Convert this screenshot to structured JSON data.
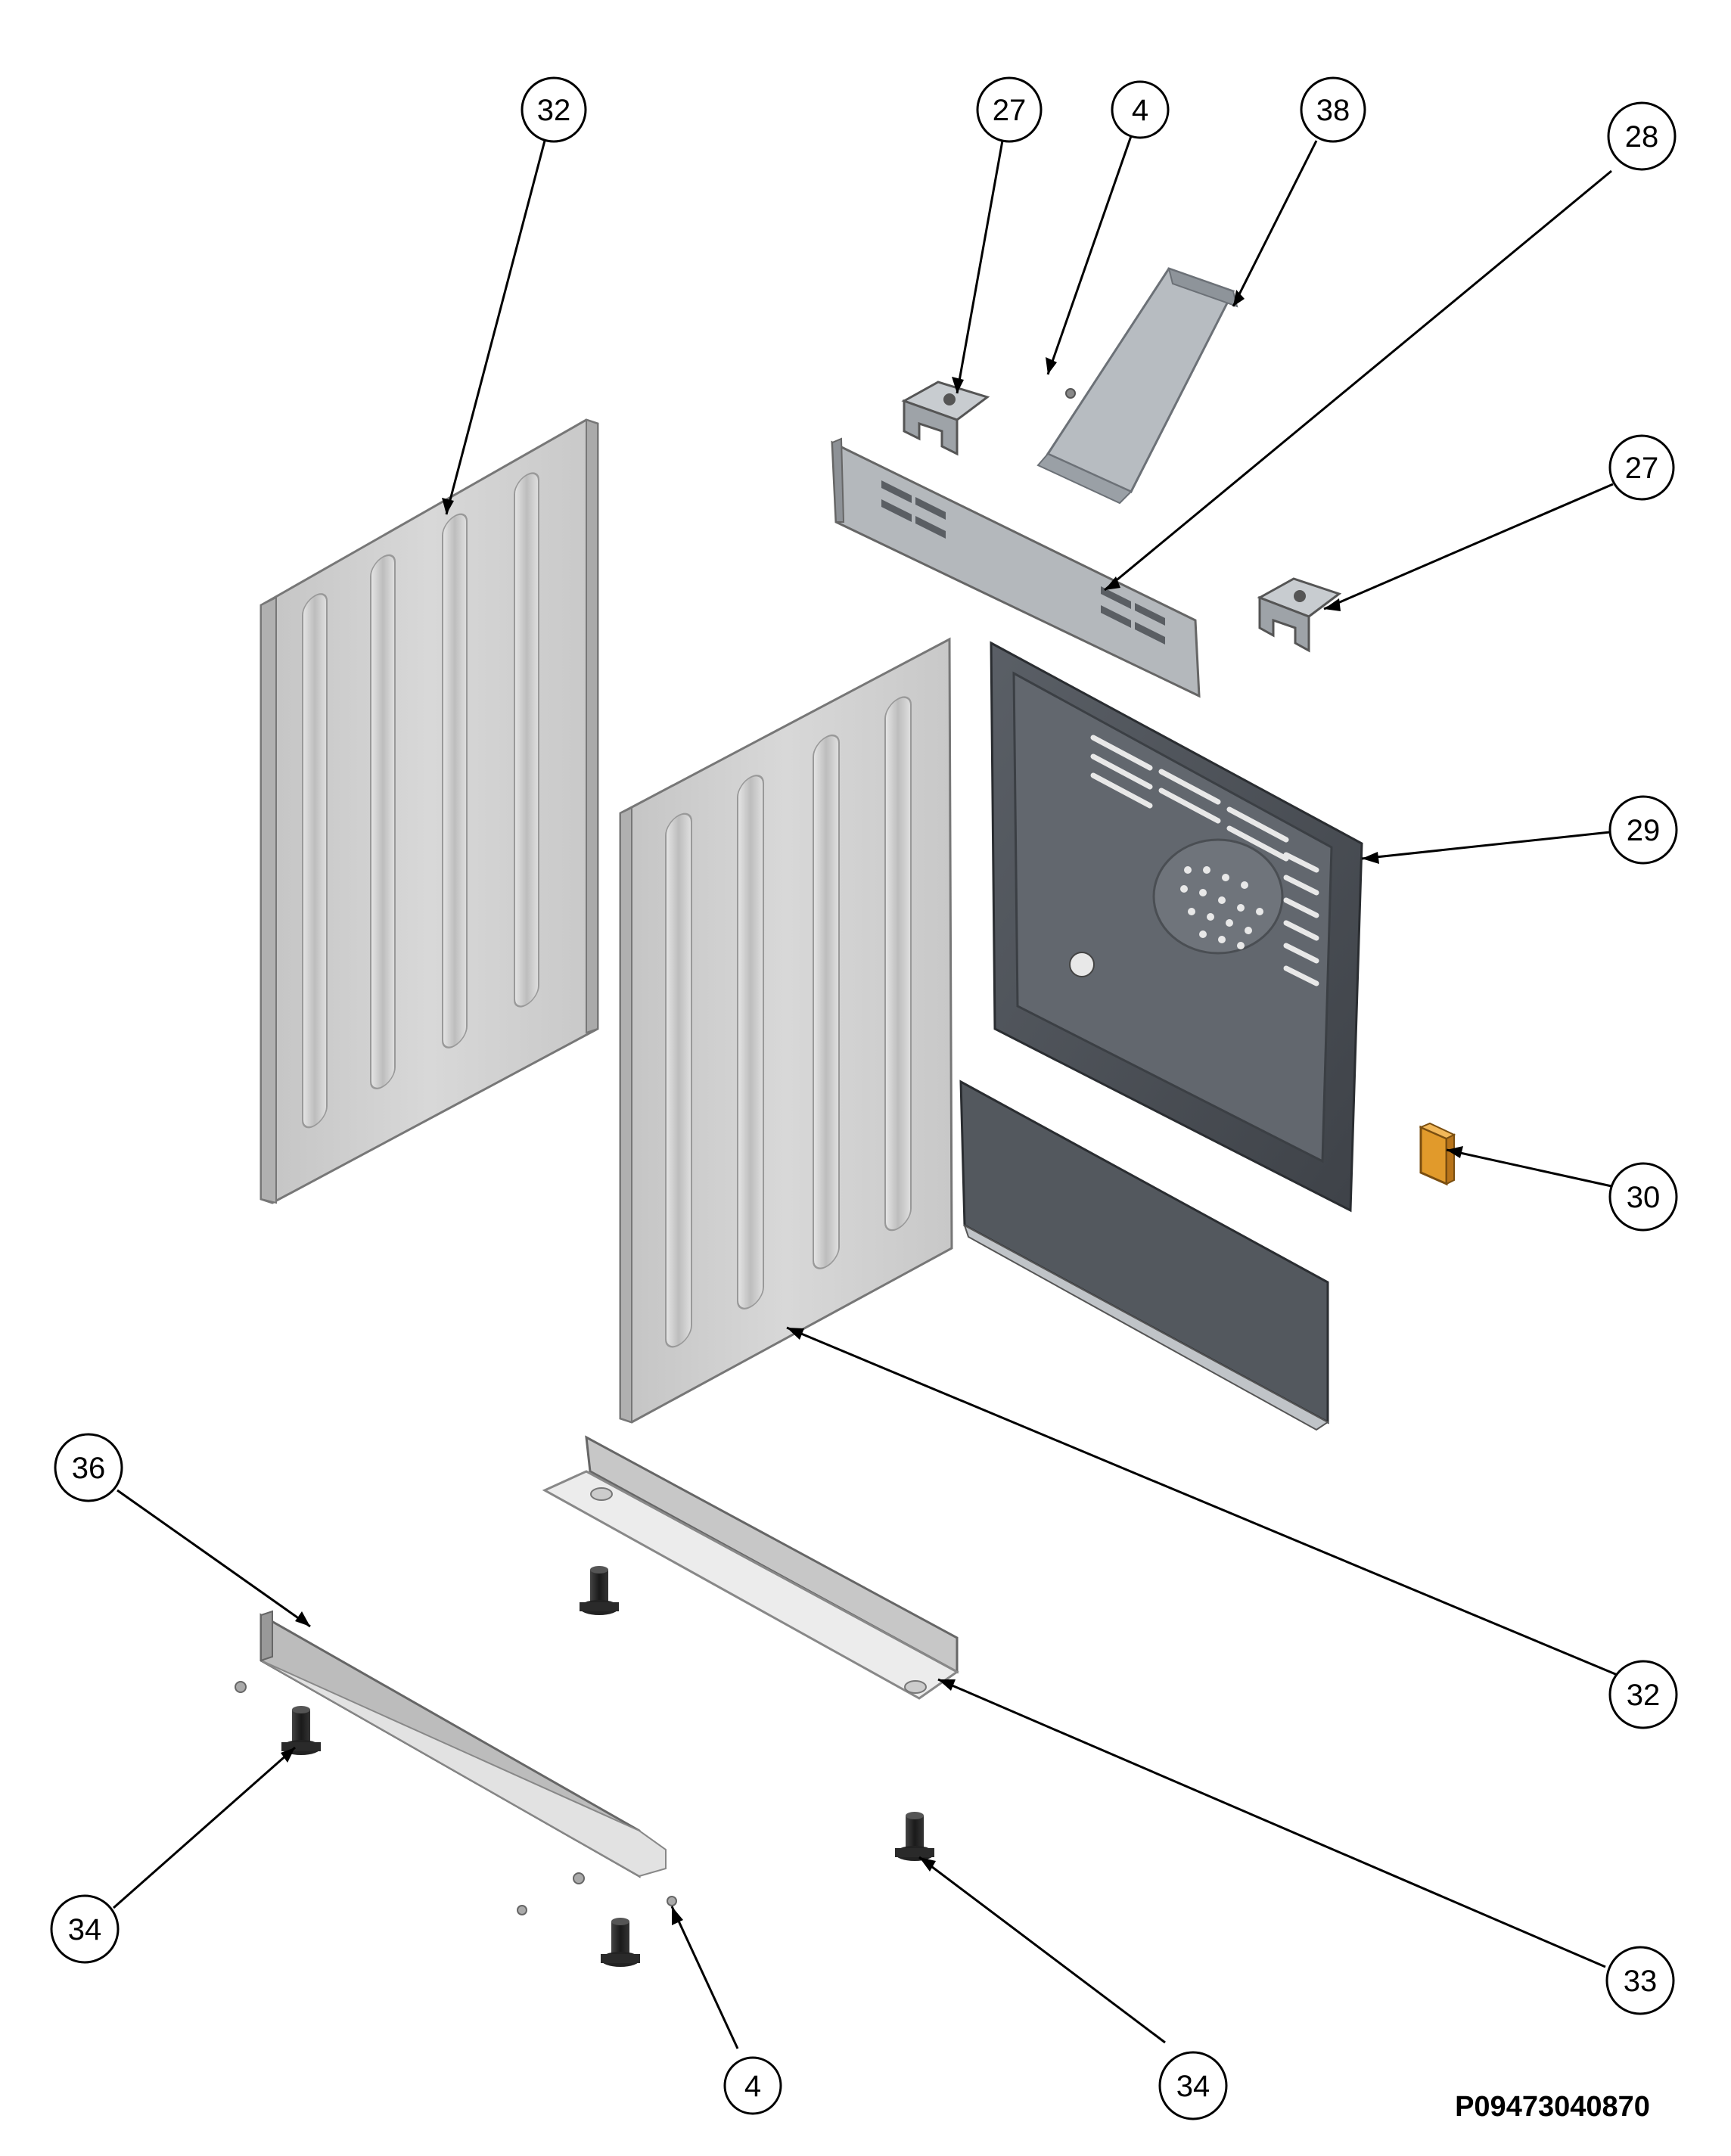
{
  "diagram": {
    "drawing_code": "P09473040870",
    "callouts": [
      "32",
      "27",
      "4",
      "38",
      "28",
      "27",
      "29",
      "30",
      "32",
      "36",
      "33",
      "34",
      "4",
      "34"
    ]
  }
}
